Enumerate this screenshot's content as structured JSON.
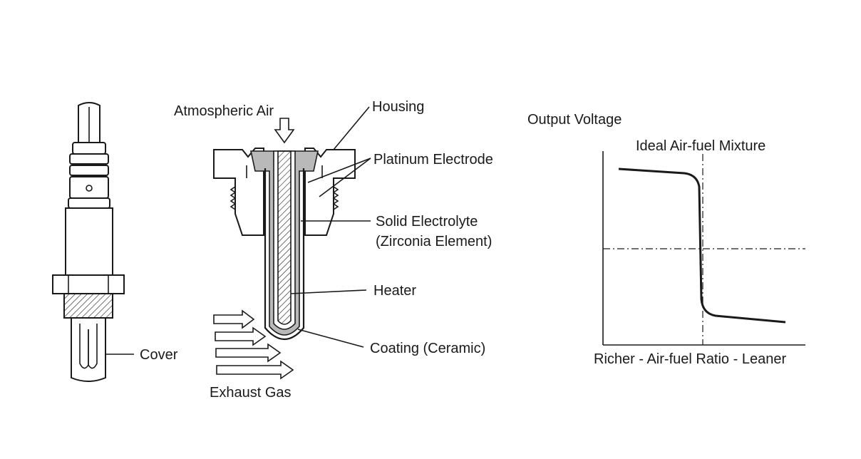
{
  "labels": {
    "cover": "Cover",
    "atmospheric_air": "Atmospheric Air",
    "housing": "Housing",
    "platinum_electrode": "Platinum Electrode",
    "solid_electrolyte_1": "Solid Electrolyte",
    "solid_electrolyte_2": "(Zirconia Element)",
    "heater": "Heater",
    "coating": "Coating (Ceramic)",
    "exhaust_gas": "Exhaust Gas"
  },
  "graph": {
    "ylabel": "Output Voltage",
    "ideal_label": "Ideal Air-fuel Mixture",
    "xlabel": "Richer - Air-fuel Ratio - Leaner"
  },
  "colors": {
    "line": "#1a1a1a",
    "hatch_fill": "#b9b9b9",
    "background": "#ffffff"
  }
}
